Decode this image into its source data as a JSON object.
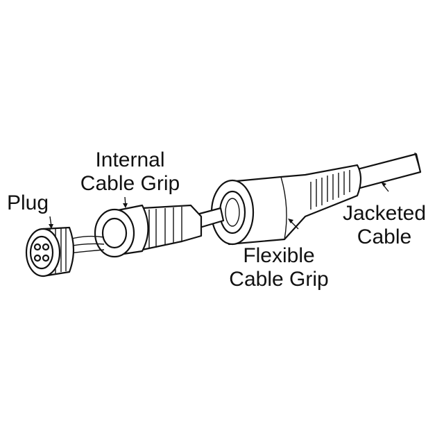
{
  "labels": {
    "plug": "Plug",
    "internal_grip": [
      "Internal",
      "Cable Grip"
    ],
    "flexible_grip": [
      "Flexible",
      "Cable Grip"
    ],
    "jacketed_cable": [
      "Jacketed",
      "Cable"
    ]
  },
  "colors": {
    "line": "#111111",
    "background": "#ffffff"
  }
}
